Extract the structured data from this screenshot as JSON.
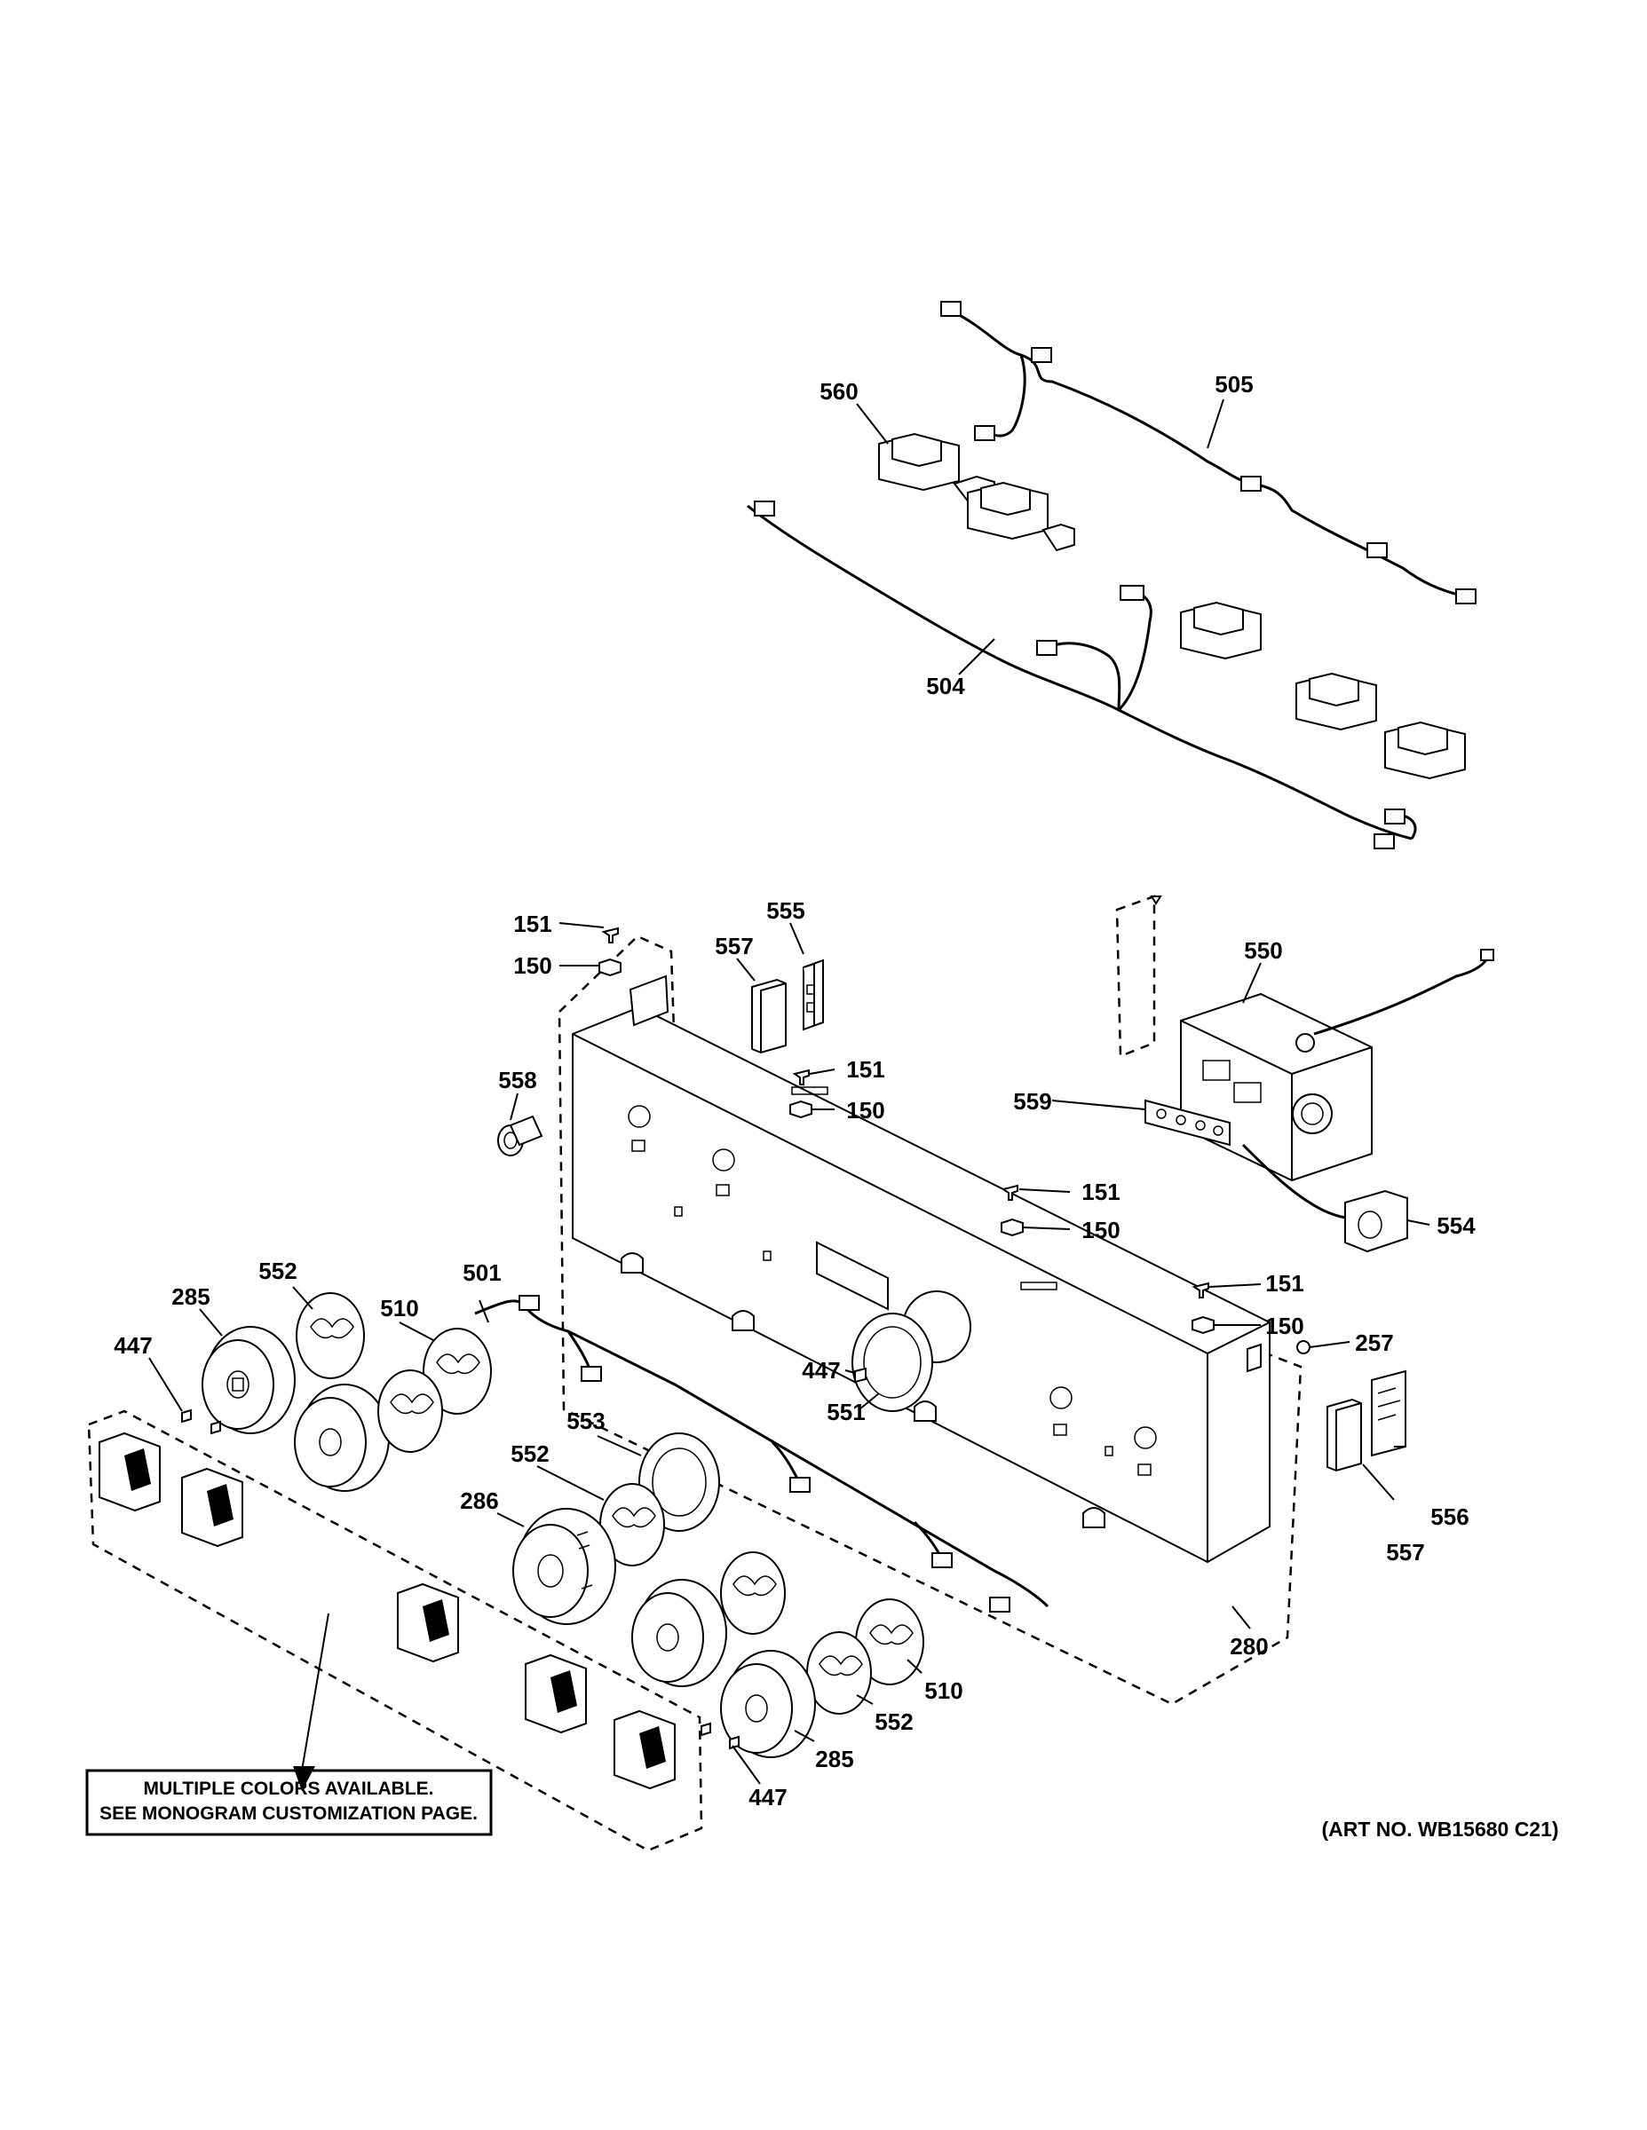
{
  "callouts": {
    "c560": "560",
    "c505": "505",
    "c504": "504",
    "c151a": "151",
    "c150a": "150",
    "c555": "555",
    "c557a": "557",
    "c550": "550",
    "c558": "558",
    "c151b": "151",
    "c150b": "150",
    "c559": "559",
    "c151c": "151",
    "c150c": "150",
    "c554": "554",
    "c552a": "552",
    "c285a": "285",
    "c501": "501",
    "c510a": "510",
    "c447a": "447",
    "c151d": "151",
    "c150d": "150",
    "c257": "257",
    "c447b": "447",
    "c551": "551",
    "c553": "553",
    "c552b": "552",
    "c286": "286",
    "c556": "556",
    "c557b": "557",
    "c280": "280",
    "c510b": "510",
    "c552c": "552",
    "c285b": "285",
    "c447c": "447"
  },
  "note": {
    "line1": "MULTIPLE COLORS AVAILABLE.",
    "line2": "SEE MONOGRAM CUSTOMIZATION PAGE."
  },
  "art_number": "(ART NO. WB15680 C21)"
}
